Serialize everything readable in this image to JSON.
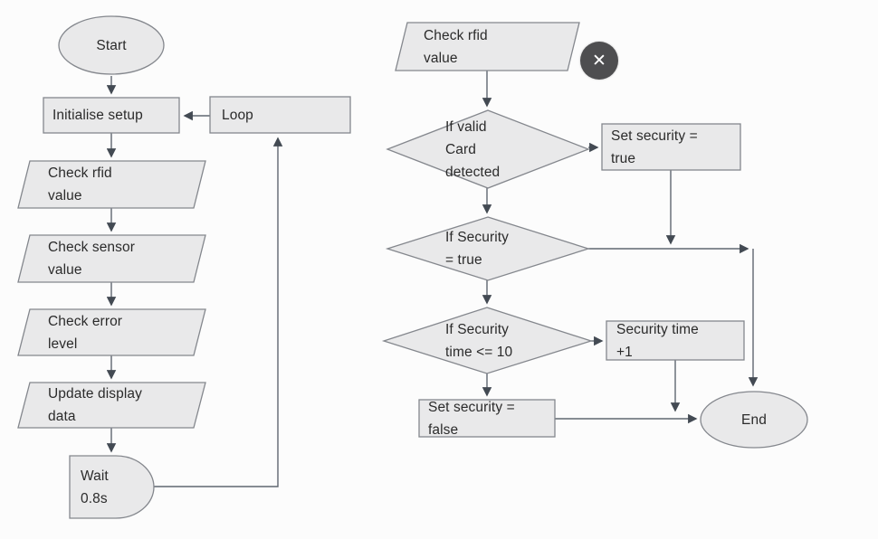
{
  "colors": {
    "background": "#fcfcfc",
    "shape_fill": "#e9e9ea",
    "shape_stroke": "#84878d",
    "connector": "#5f6670",
    "text": "#2b2b2b",
    "close_button_bg": "#4e4e50",
    "close_button_fg": "#ffffff"
  },
  "flowchart": {
    "left_column": {
      "start": "Start",
      "initialise_setup": "Initialise setup",
      "loop": "Loop",
      "check_rfid": "Check rfid\nvalue",
      "check_sensor": "Check sensor\nvalue",
      "check_error": "Check error\nlevel",
      "update_display": "Update display\ndata",
      "wait": "Wait\n0.8s"
    },
    "right_column": {
      "check_rfid": "Check rfid\nvalue",
      "if_valid_card": "If valid\nCard\ndetected",
      "set_security_true": "Set security =\ntrue",
      "if_security_true": "If Security\n= true",
      "if_security_time": "If Security\ntime <= 10",
      "security_time_plus": "Security time\n+1",
      "set_security_false": "Set security =\nfalse",
      "end": "End"
    }
  },
  "overlay": {
    "close_label": "✕"
  }
}
